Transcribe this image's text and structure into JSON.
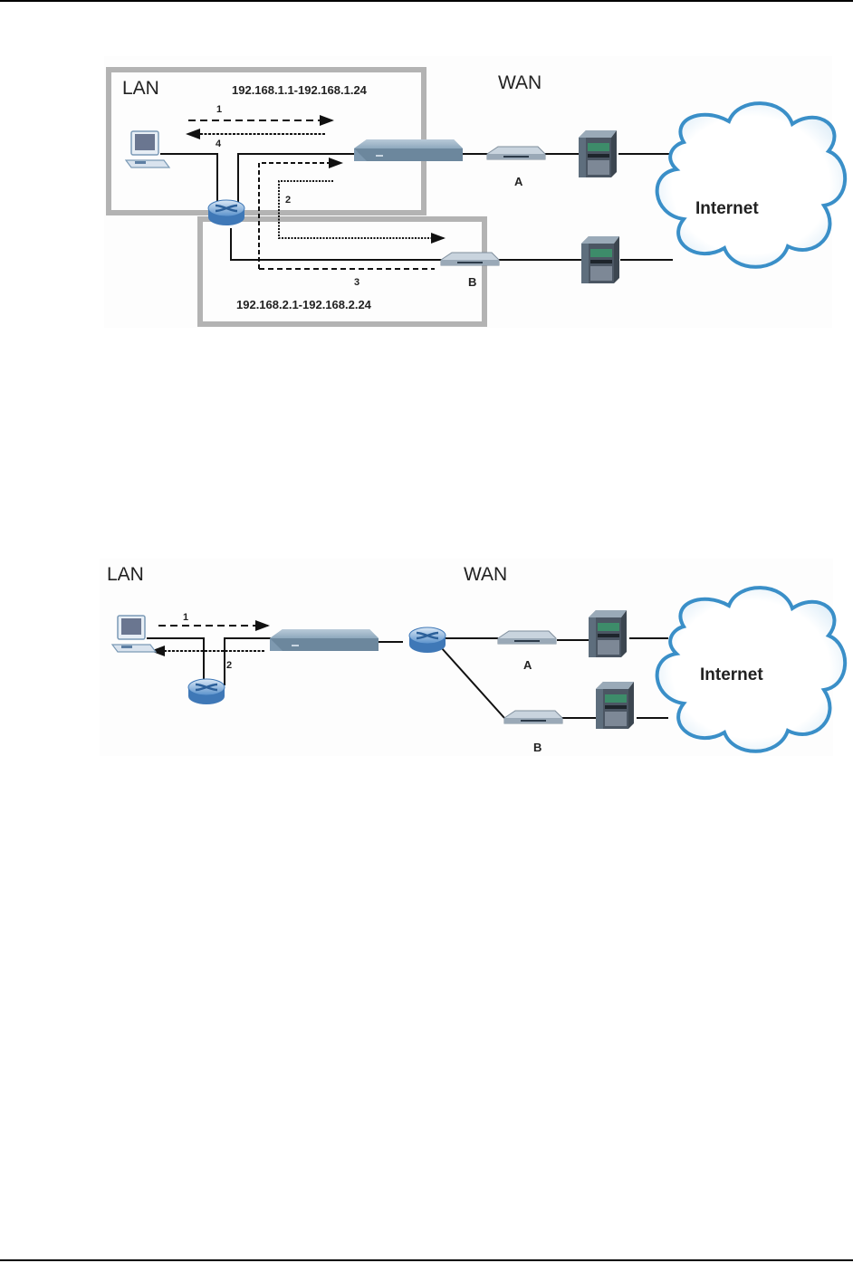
{
  "figure1": {
    "lan_label": "LAN",
    "wan_label": "WAN",
    "lan1_subnet": "192.168.1.1-192.168.1.24",
    "lan2_subnet": "192.168.2.1-192.168.2.24",
    "flow_labels": [
      "1",
      "4",
      "2",
      "3"
    ],
    "isp_a_label": "A",
    "isp_b_label": "B",
    "cloud_label": "Internet"
  },
  "figure2": {
    "lan_label": "LAN",
    "wan_label": "WAN",
    "flow_labels": [
      "1",
      "2"
    ],
    "isp_a_label": "A",
    "isp_b_label": "B",
    "cloud_label": "Internet"
  },
  "colors": {
    "zone_border": "#b3b3b3",
    "cloud_stroke": "#3a8fc8",
    "device_blue": "#7f9db3",
    "router_blue": "#4f87c2",
    "line": "#111111"
  }
}
